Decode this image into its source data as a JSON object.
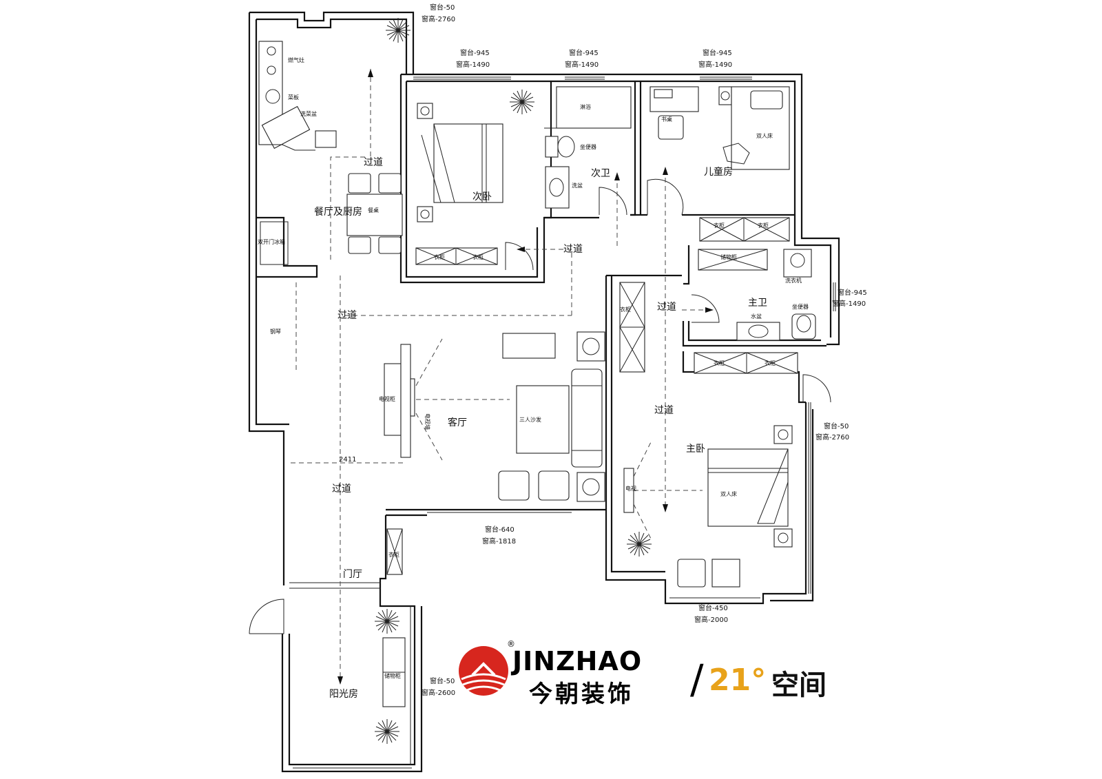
{
  "rooms": {
    "dining_kitchen": "餐厅及厨房",
    "second_bedroom": "次卧",
    "second_bath": "次卫",
    "kids_room": "儿童房",
    "master_bath": "主卫",
    "living_room": "客厅",
    "master_bedroom": "主卧",
    "foyer": "门厅",
    "sunroom": "阳光房"
  },
  "labels": {
    "corridor": "过道",
    "dim_2411": "2411",
    "stove": "燃气灶",
    "cutting_board": "菜板",
    "sink": "洗菜盆",
    "dining_table": "餐桌",
    "double_fridge": "双开门冰箱",
    "piano": "钢琴",
    "shower": "淋浴",
    "toilet": "坐便器",
    "basin": "洗盆",
    "desk": "书桌",
    "kids_bed": "双人床",
    "wardrobe": "衣柜",
    "storage": "储物柜",
    "washer": "洗衣机",
    "master_basin": "水盆",
    "tv_cabinet": "电视柜",
    "tv_wall": "电视墙",
    "sofa": "三人沙发",
    "master_bed": "双人床",
    "tv": "电视",
    "sun_cabinet": "储物柜"
  },
  "windows": {
    "kitchen_sill": "窗台-50",
    "kitchen_height": "窗高-2760",
    "bed2_sill": "窗台-945",
    "bed2_height": "窗高-1490",
    "bath2_sill": "窗台-945",
    "bath2_height": "窗高-1490",
    "kids_sill": "窗台-945",
    "kids_height": "窗高-1490",
    "mbath_sill": "窗台-945",
    "mbath_height": "窗高-1490",
    "mbed_sill": "窗台-50",
    "mbed_height": "窗高-2760",
    "living_sill": "窗台-640",
    "living_height": "窗高-1818",
    "mbed_bottom_sill": "窗台-450",
    "mbed_bottom_height": "窗高-2000",
    "sun_sill": "窗台-50",
    "sun_height": "窗高-2600"
  },
  "logo": {
    "brand_en": "JINZHAO",
    "brand_cn": "今朝装饰",
    "registered": "®",
    "slash": "/",
    "sub_num": "21°",
    "sub_cn": "空间",
    "emblem_color": "#d7261e",
    "accent_color": "#e8a21a"
  }
}
